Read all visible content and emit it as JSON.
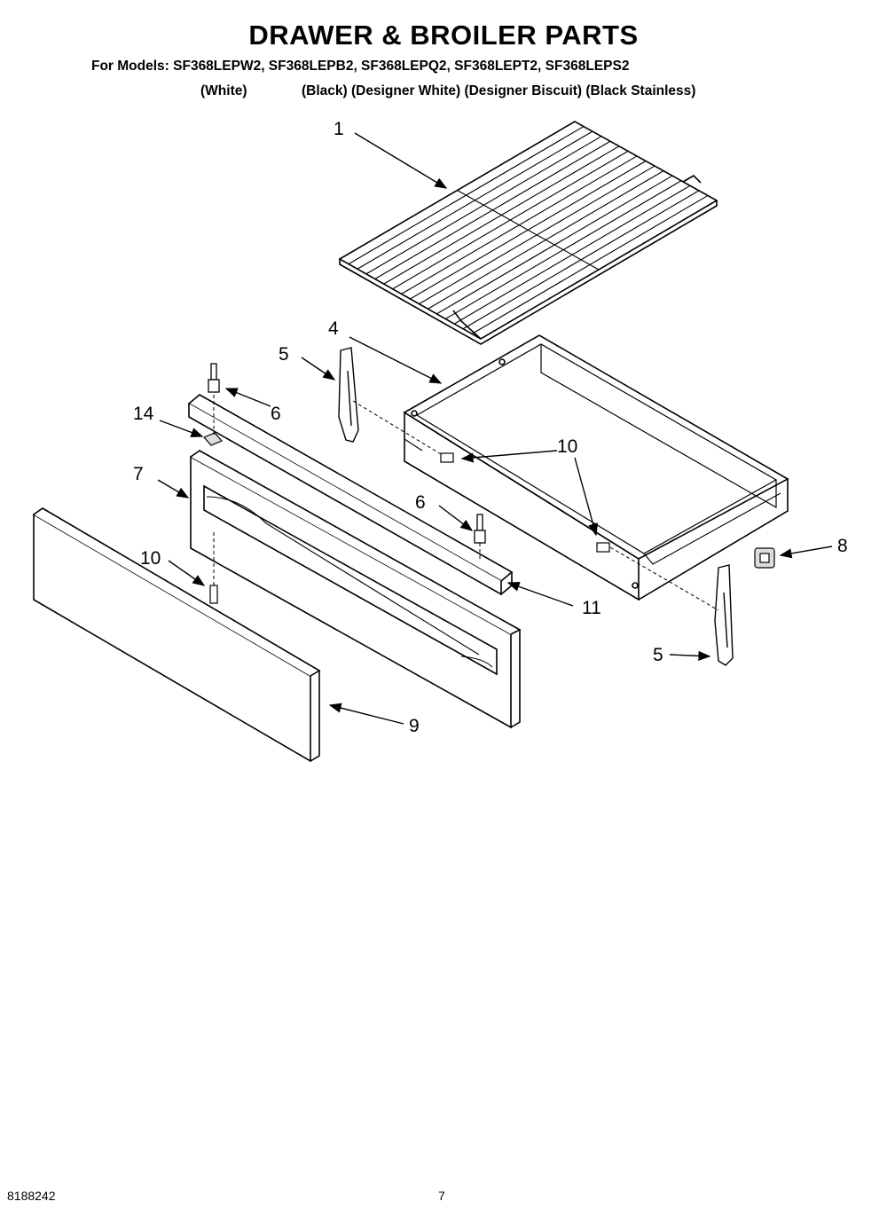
{
  "header": {
    "title": "DRAWER & BROILER PARTS",
    "models_line": "For Models: SF368LEPW2, SF368LEPB2, SF368LEPQ2, SF368LEPT2, SF368LEPS2",
    "variant_white": "(White)",
    "variant_rest": "(Black) (Designer White) (Designer Biscuit) (Black Stainless)"
  },
  "callouts": {
    "rack": "1",
    "broiler_pan": "4",
    "roller_left": "5",
    "roller_right": "5",
    "stud_left": "6",
    "stud_right": "6",
    "drawer_front": "7",
    "clip": "8",
    "drawer_panel": "9",
    "screw_pan": "10",
    "screw_front": "10",
    "trim": "11",
    "nut": "14"
  },
  "footer": {
    "doc_number": "8188242",
    "page_number": "7"
  }
}
